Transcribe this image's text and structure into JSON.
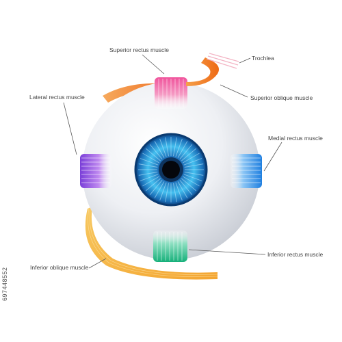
{
  "labels": {
    "superior_rectus": "Superior rectus muscle",
    "trochlea": "Trochlea",
    "lateral_rectus": "Lateral rectus muscle",
    "superior_oblique": "Superior  oblique muscle",
    "medial_rectus": "Medial rectus muscle",
    "inferior_oblique": "Inferior oblique muscle",
    "inferior_rectus": "Inferior rectus muscle"
  },
  "image_id": "697448552",
  "colors": {
    "superior_rectus": "#f0529b",
    "superior_oblique": "#f27a1d",
    "lateral_rectus": "#8a4be0",
    "medial_rectus": "#2f8fe6",
    "inferior_rectus": "#1fbf8a",
    "inferior_oblique": "#f6b843",
    "iris": "#2a9fd6"
  }
}
